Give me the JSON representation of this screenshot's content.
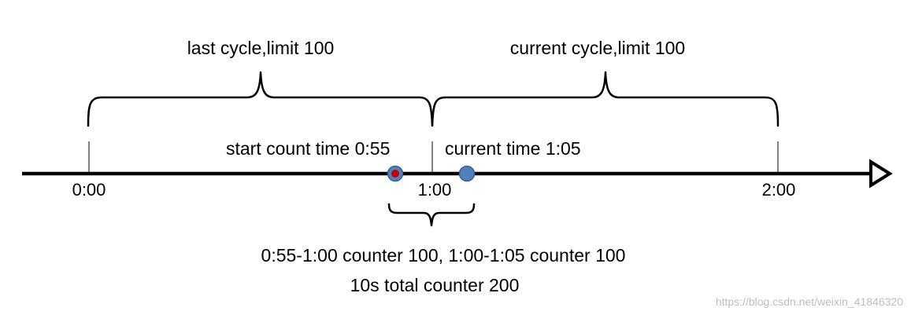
{
  "cycles": {
    "last": {
      "label": "last cycle,limit 100"
    },
    "current": {
      "label": "current cycle,limit 100"
    }
  },
  "timeline": {
    "ticks": [
      "0:00",
      "1:00",
      "2:00"
    ]
  },
  "events": {
    "start_count": {
      "label": "start count time 0:55",
      "color": "#c00000"
    },
    "current_time": {
      "label": "current time 1:05",
      "color": "#4f81bd"
    }
  },
  "window": {
    "line1": "0:55-1:00 counter 100, 1:00-1:05 counter 100",
    "line2": "10s total counter 200"
  },
  "watermark": {
    "text": "https://blog.csdn.net/weixin_41846320"
  }
}
